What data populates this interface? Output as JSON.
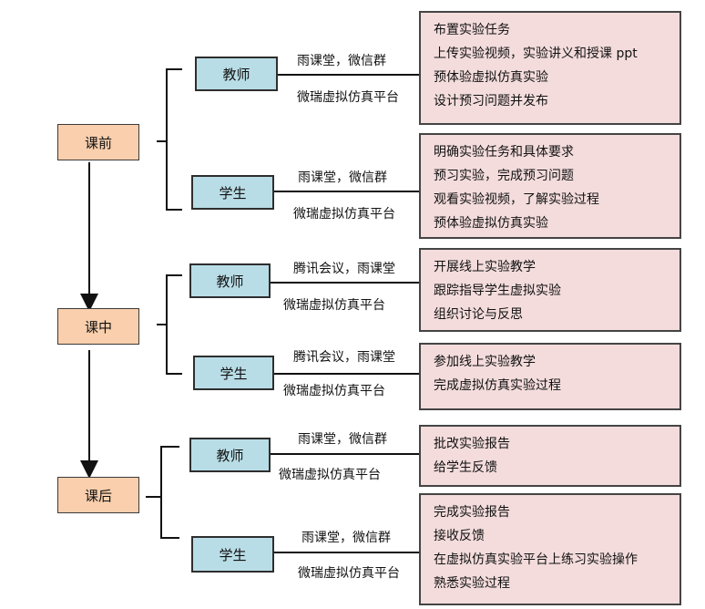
{
  "stages": [
    {
      "label": "课前",
      "groups": [
        {
          "role": "教师",
          "platform_top": "雨课堂，微信群",
          "platform_bottom": "微瑞虚拟仿真平台",
          "tasks": [
            "布置实验任务",
            "上传实验视频，实验讲义和授课 ppt",
            "预体验虚拟仿真实验",
            "设计预习问题并发布"
          ]
        },
        {
          "role": "学生",
          "platform_top": "雨课堂，微信群",
          "platform_bottom": "微瑞虚拟仿真平台",
          "tasks": [
            "明确实验任务和具体要求",
            "预习实验，完成预习问题",
            "观看实验视频，了解实验过程",
            "预体验虚拟仿真实验"
          ]
        }
      ]
    },
    {
      "label": "课中",
      "groups": [
        {
          "role": "教师",
          "platform_top": "腾讯会议，雨课堂",
          "platform_bottom": "微瑞虚拟仿真平台",
          "tasks": [
            "开展线上实验教学",
            "跟踪指导学生虚拟实验",
            "组织讨论与反思"
          ]
        },
        {
          "role": "学生",
          "platform_top": "腾讯会议，雨课堂",
          "platform_bottom": "微瑞虚拟仿真平台",
          "tasks": [
            "参加线上实验教学",
            "完成虚拟仿真实验过程"
          ]
        }
      ]
    },
    {
      "label": "课后",
      "groups": [
        {
          "role": "教师",
          "platform_top": "雨课堂，微信群",
          "platform_bottom": "微瑞虚拟仿真平台",
          "tasks": [
            "批改实验报告",
            "给学生反馈"
          ]
        },
        {
          "role": "学生",
          "platform_top": "雨课堂，微信群",
          "platform_bottom": "微瑞虚拟仿真平台",
          "tasks": [
            "完成实验报告",
            "接收反馈",
            "在虚拟仿真实验平台上练习实验操作",
            "熟悉实验过程"
          ]
        }
      ]
    }
  ]
}
